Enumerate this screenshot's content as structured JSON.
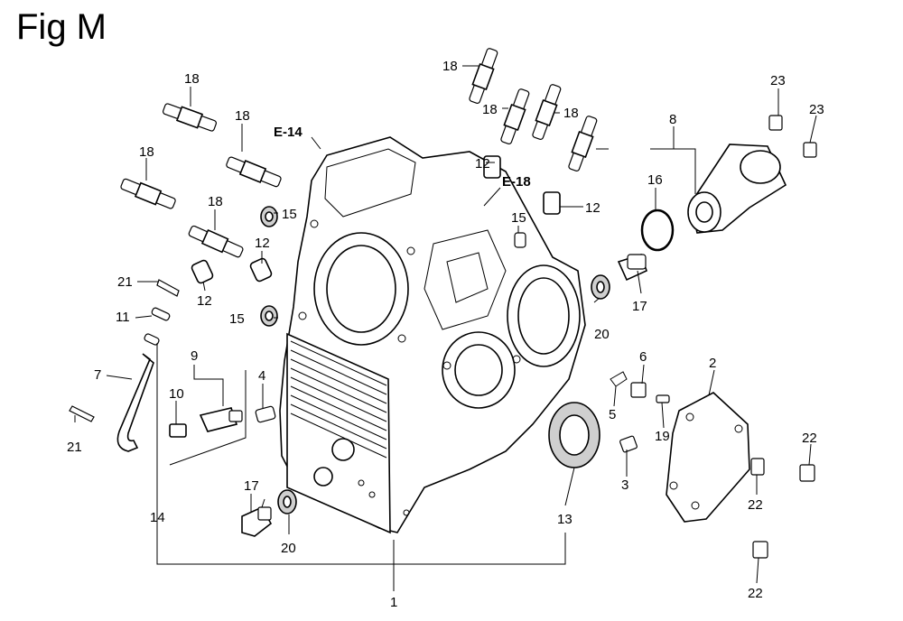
{
  "title": "Fig M",
  "references": [
    "E-14",
    "E-18"
  ],
  "callouts": [
    {
      "id": "c18a",
      "number": "18"
    },
    {
      "id": "c18b",
      "number": "18"
    },
    {
      "id": "c18c",
      "number": "18"
    },
    {
      "id": "c18d",
      "number": "18"
    },
    {
      "id": "c18e",
      "number": "18"
    },
    {
      "id": "c18f",
      "number": "18"
    },
    {
      "id": "c18g",
      "number": "18"
    },
    {
      "id": "c15a",
      "number": "15"
    },
    {
      "id": "c15b",
      "number": "15"
    },
    {
      "id": "c15c",
      "number": "15"
    },
    {
      "id": "c12a",
      "number": "12"
    },
    {
      "id": "c12b",
      "number": "12"
    },
    {
      "id": "c12c",
      "number": "12"
    },
    {
      "id": "c12d",
      "number": "12"
    },
    {
      "id": "c21a",
      "number": "21"
    },
    {
      "id": "c21b",
      "number": "21"
    },
    {
      "id": "c11",
      "number": "11"
    },
    {
      "id": "c9",
      "number": "9"
    },
    {
      "id": "c10",
      "number": "10"
    },
    {
      "id": "c7",
      "number": "7"
    },
    {
      "id": "c4",
      "number": "4"
    },
    {
      "id": "c14",
      "number": "14"
    },
    {
      "id": "c17a",
      "number": "17"
    },
    {
      "id": "c17b",
      "number": "17"
    },
    {
      "id": "c20a",
      "number": "20"
    },
    {
      "id": "c20b",
      "number": "20"
    },
    {
      "id": "c13",
      "number": "13"
    },
    {
      "id": "c1",
      "number": "1"
    },
    {
      "id": "c8",
      "number": "8"
    },
    {
      "id": "c16",
      "number": "16"
    },
    {
      "id": "c23a",
      "number": "23"
    },
    {
      "id": "c23b",
      "number": "23"
    },
    {
      "id": "c6",
      "number": "6"
    },
    {
      "id": "c5",
      "number": "5"
    },
    {
      "id": "c2",
      "number": "2"
    },
    {
      "id": "c19",
      "number": "19"
    },
    {
      "id": "c3",
      "number": "3"
    },
    {
      "id": "c22a",
      "number": "22"
    },
    {
      "id": "c22b",
      "number": "22"
    },
    {
      "id": "c22c",
      "number": "22"
    }
  ]
}
